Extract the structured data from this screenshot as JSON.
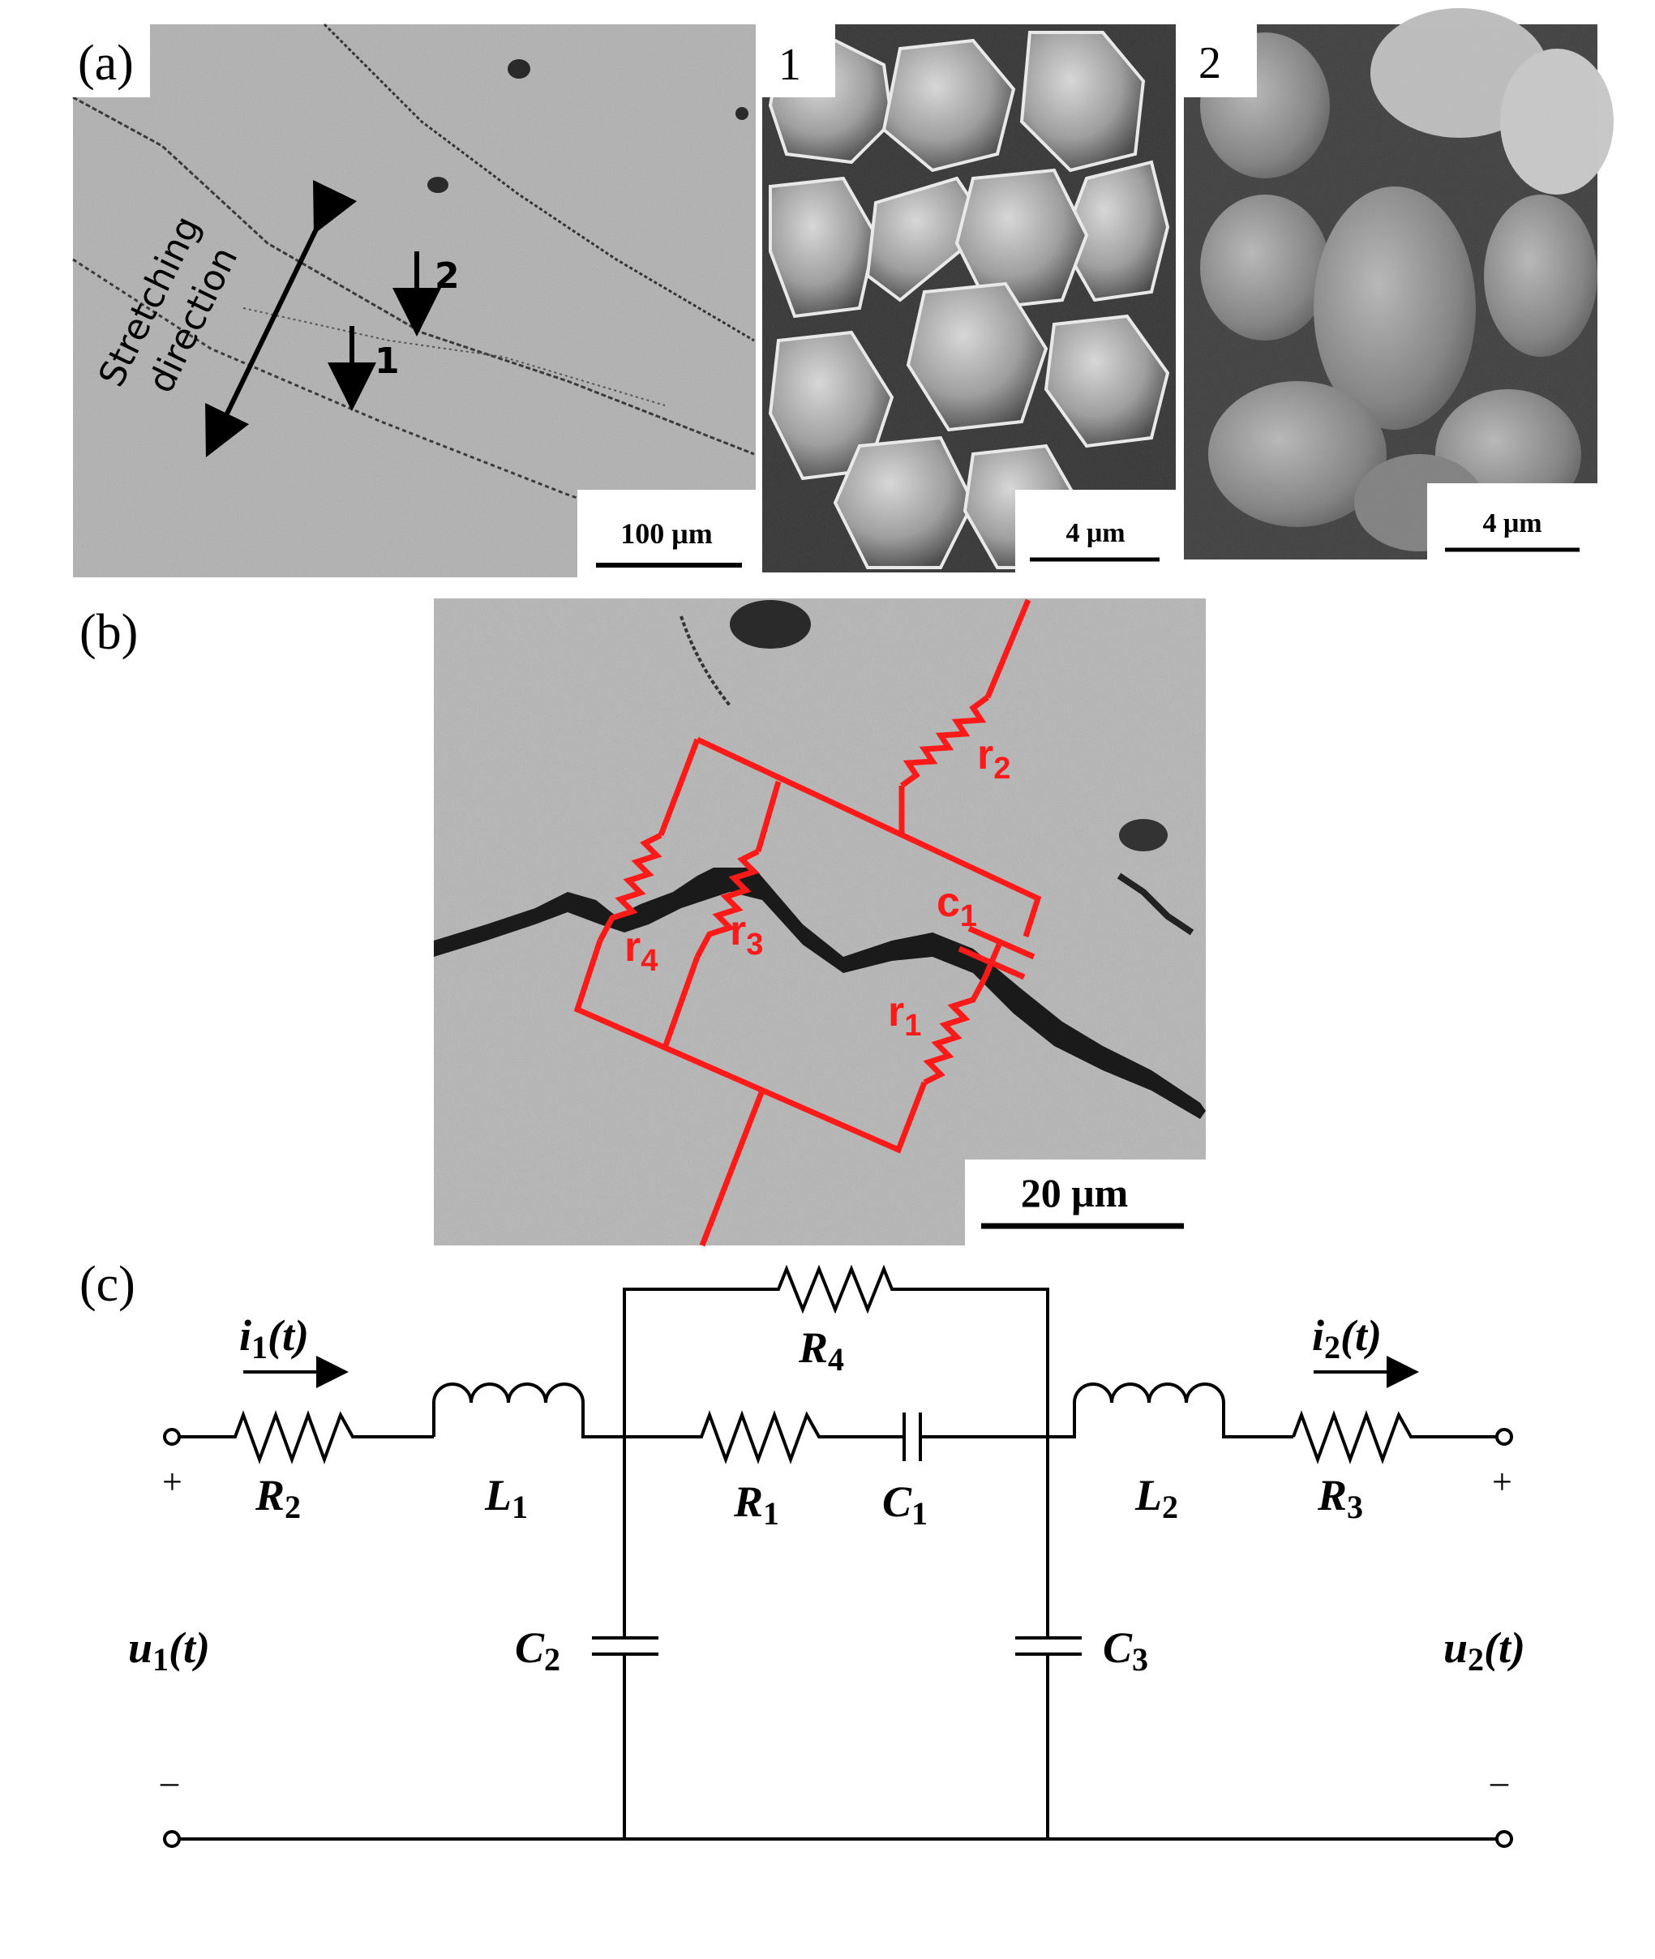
{
  "panel_a": {
    "label": "(a)",
    "direction_line1": "Stretching",
    "direction_line2": "direction",
    "marker_1": "1",
    "marker_2": "2",
    "scale_main": "100 μm",
    "inset_1_label": "1",
    "inset_1_scale": "4 μm",
    "inset_2_label": "2",
    "inset_2_scale": "4 μm"
  },
  "panel_b": {
    "label": "(b)",
    "r1": "r",
    "r1_sub": "1",
    "r2": "r",
    "r2_sub": "2",
    "r3": "r",
    "r3_sub": "3",
    "r4": "r",
    "r4_sub": "4",
    "c1": "c",
    "c1_sub": "1",
    "scale": "20 μm"
  },
  "panel_c": {
    "label": "(c)",
    "i1": "i",
    "i1_sub": "1",
    "i1_arg": "(t)",
    "i2": "i",
    "i2_sub": "2",
    "i2_arg": "(t)",
    "u1": "u",
    "u1_sub": "1",
    "u1_arg": "(t)",
    "u2": "u",
    "u2_sub": "2",
    "u2_arg": "(t)",
    "R1": "R",
    "R1_sub": "1",
    "R2": "R",
    "R2_sub": "2",
    "R3": "R",
    "R3_sub": "3",
    "R4": "R",
    "R4_sub": "4",
    "L1": "L",
    "L1_sub": "1",
    "L2": "L",
    "L2_sub": "2",
    "C1": "C",
    "C1_sub": "1",
    "C2": "C",
    "C2_sub": "2",
    "C3": "C",
    "C3_sub": "3",
    "plus_left": "+",
    "plus_right": "+",
    "minus_left": "–",
    "minus_right": "–"
  },
  "colors": {
    "annotation_red": "#ff1a1a",
    "sem_gray": "#9a9a9a",
    "ink": "#000000"
  }
}
